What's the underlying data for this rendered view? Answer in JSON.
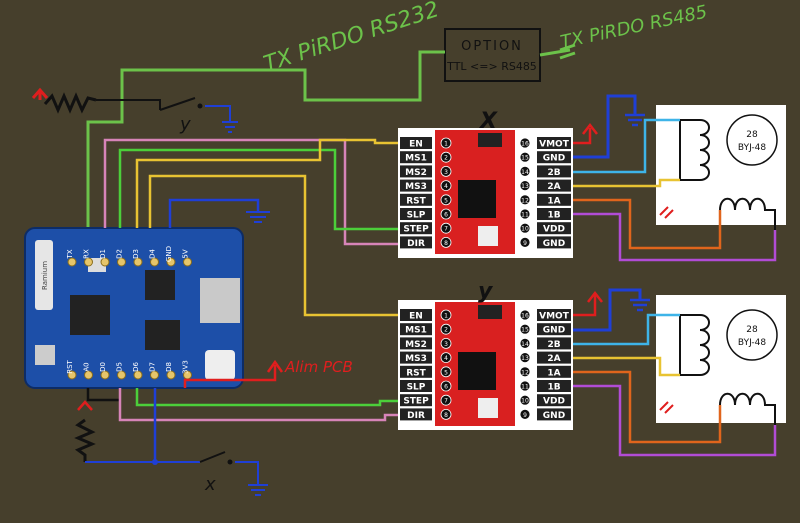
{
  "annotations": {
    "tx_rs232": "TX PiRDO RS232",
    "tx_rs485": "TX PiRDO RS485",
    "option_line1": "OPTION",
    "option_line2": "TTL <=> RS485",
    "y_upper": "y",
    "x_lower": "x",
    "driver_x_label": "X",
    "driver_y_label": "y",
    "alim_pcb": "Alim PCB"
  },
  "board": {
    "top_pins": [
      "TX",
      "RX",
      "D1",
      "D2",
      "D3",
      "D4",
      "GND",
      "5V"
    ],
    "bottom_pins": [
      "RST",
      "A0",
      "D0",
      "D5",
      "D6",
      "D7",
      "D8",
      "3V3"
    ],
    "antenna_label": "Ramium"
  },
  "driver": {
    "left_pins": [
      "EN",
      "MS1",
      "MS2",
      "MS3",
      "RST",
      "SLP",
      "STEP",
      "DIR"
    ],
    "left_nums": [
      "1",
      "2",
      "3",
      "4",
      "5",
      "6",
      "7",
      "8"
    ],
    "right_pins": [
      "VMOT",
      "GND",
      "2B",
      "2A",
      "1A",
      "1B",
      "VDD",
      "GND"
    ],
    "right_nums": [
      "16",
      "15",
      "14",
      "13",
      "12",
      "11",
      "10",
      "9"
    ]
  },
  "motor": {
    "line1": "28",
    "line2": "BYJ-48"
  },
  "colors": {
    "background": "#463f2c",
    "green_note": "#6cc24a",
    "wire_red": "#e01e1e",
    "wire_blue": "#1f3fd6",
    "wire_yellow": "#e8c332",
    "wire_green": "#4ccf3a",
    "wire_pink": "#d784b8",
    "wire_purple": "#b24cd6",
    "wire_orange": "#e0651c",
    "wire_cyan": "#3eb4e8",
    "driver_red": "#d92020",
    "board_blue": "#1d4fa8"
  }
}
